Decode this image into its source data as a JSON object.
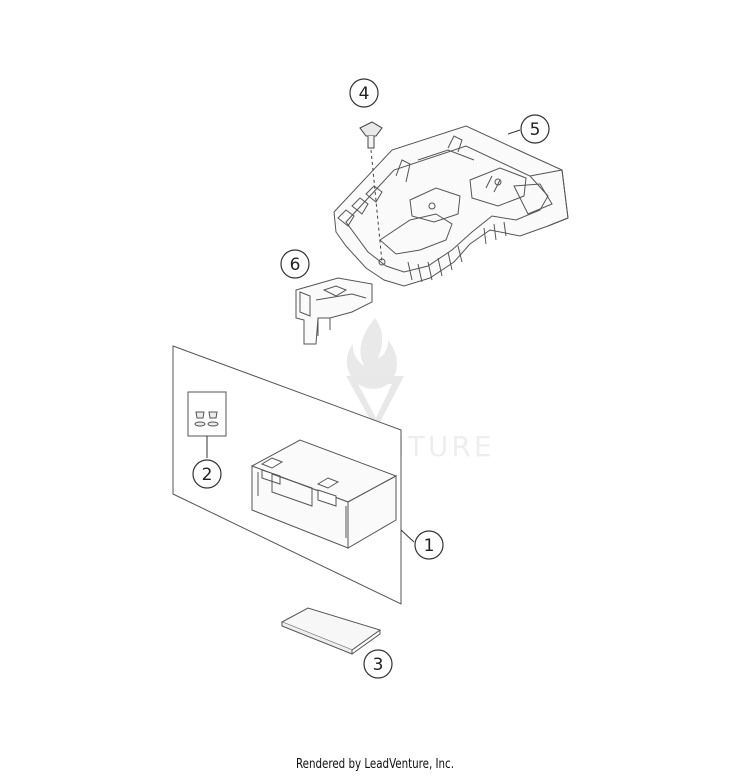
{
  "callouts": [
    {
      "id": 1,
      "label": "1"
    },
    {
      "id": 2,
      "label": "2"
    },
    {
      "id": 3,
      "label": "3"
    },
    {
      "id": 4,
      "label": "4"
    },
    {
      "id": 5,
      "label": "5"
    },
    {
      "id": 6,
      "label": "6"
    }
  ],
  "watermark": {
    "text": "LEADVENTURE"
  },
  "footer": {
    "text": "Rendered by LeadVenture, Inc."
  }
}
